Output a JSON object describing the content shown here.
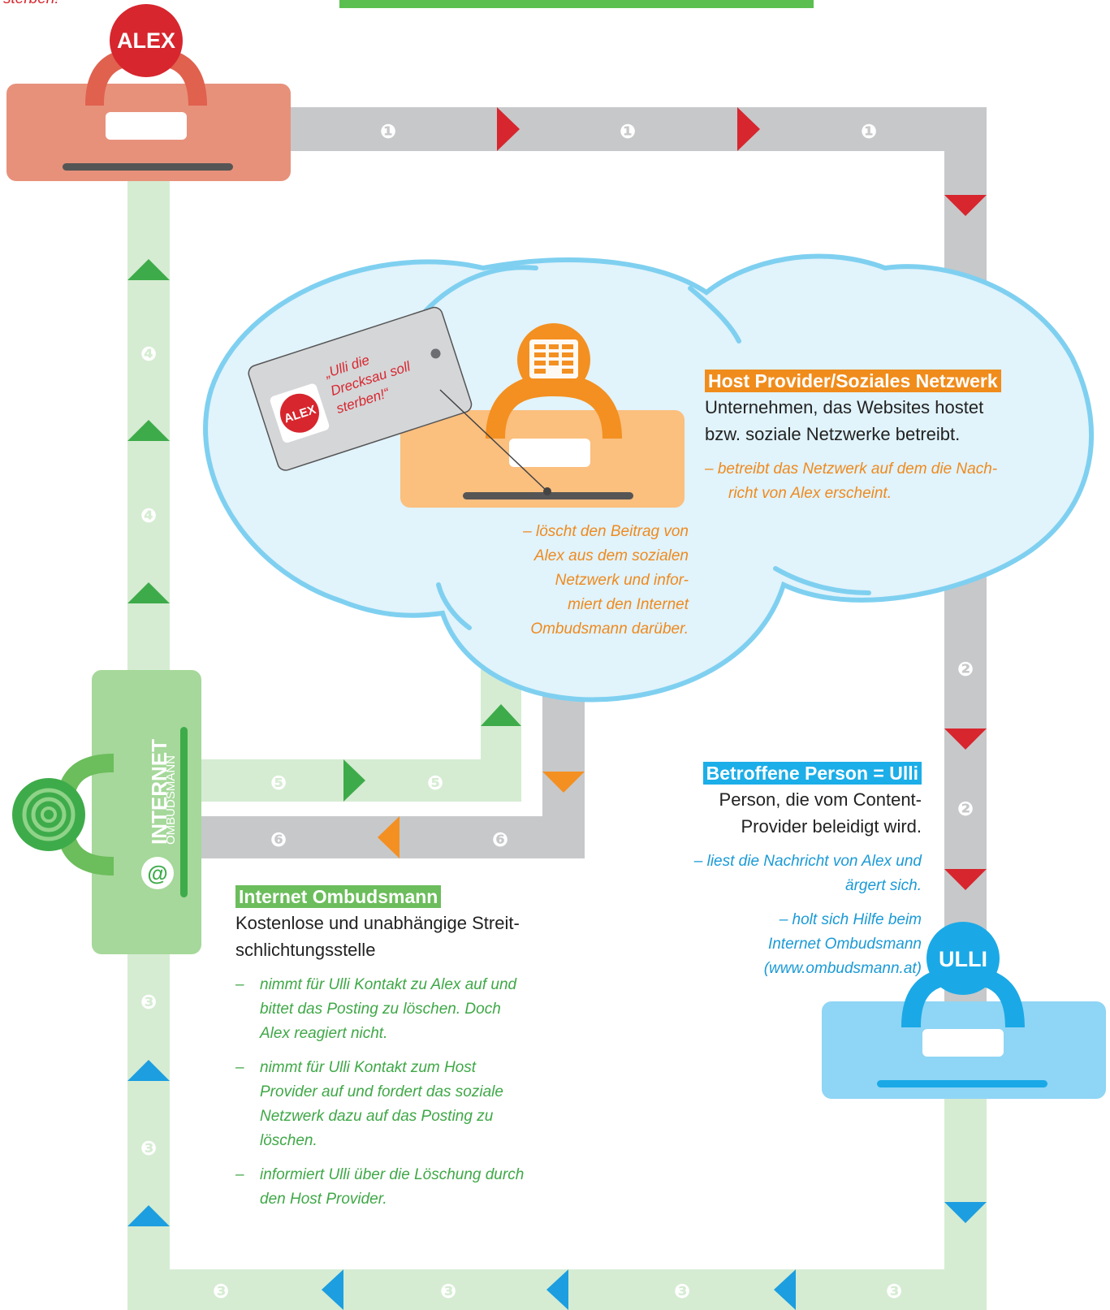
{
  "top_fragment": "sterben!",
  "characters": {
    "alex": {
      "name": "ALEX",
      "color": "#d83a34"
    },
    "ulli": {
      "name": "ULLI",
      "color": "#1aa9e6"
    }
  },
  "flow": {
    "step1": "❶",
    "step2": "❷",
    "step3": "❸",
    "step4": "❹",
    "step5": "❺",
    "step6": "❻"
  },
  "post": {
    "author_badge": "ALEX",
    "quote": [
      "„Ulli die",
      "Drecksau soll",
      "sterben!“"
    ]
  },
  "host_provider": {
    "title": "Host Provider/Soziales Netzwerk",
    "description": [
      "Unternehmen, das Websites hostet",
      "bzw. soziale Netzwerke betreibt."
    ],
    "note": [
      "– betreibt das Netzwerk auf dem die Nach-",
      "richt von Alex erscheint."
    ],
    "action": [
      "– löscht den Beitrag von",
      "Alex aus dem sozialen",
      "Netzwerk und infor-",
      "miert den Internet",
      "Ombudsmann darüber."
    ]
  },
  "affected": {
    "title": "Betroffene Person = Ulli",
    "description": [
      "Person, die vom Content-",
      "Provider beleidigt wird."
    ],
    "note1": [
      "– liest die Nachricht von Alex und",
      "ärgert sich."
    ],
    "note2": [
      "– holt sich Hilfe beim",
      "Internet Ombudsmann",
      "(www.ombudsmann.at)"
    ]
  },
  "ombudsmann": {
    "logo_line1": "INTERNET",
    "logo_line2": "OMBUDSMANN",
    "title": "Internet Ombudsmann",
    "description": [
      "Kostenlose und unabhängige Streit-",
      "schlichtungsstelle"
    ],
    "items": [
      {
        "dash": "–",
        "text": [
          "nimmt für Ulli Kontakt zu Alex auf und",
          "bittet das Posting zu löschen. Doch",
          "Alex reagiert nicht."
        ]
      },
      {
        "dash": "–",
        "text": [
          "nimmt für Ulli Kontakt zum Host",
          "Provider auf und fordert das soziale",
          "Netzwerk dazu auf das Posting zu",
          "löschen."
        ]
      },
      {
        "dash": "–",
        "text": [
          "informiert Ulli über die Löschung durch",
          "den Host Provider."
        ]
      }
    ]
  },
  "colors": {
    "gray_path": "#c7c8ca",
    "green_path": "#d5ecd2",
    "red": "#d7262e",
    "green": "#3eab4a",
    "blue": "#1c9ee0",
    "orange": "#f39021",
    "cloud": "#e1f3fb",
    "cloud_stroke": "#7fd0f0",
    "host_label_bg": "#f08c1c",
    "affected_label_bg": "#1caee8",
    "ombuds_label_bg": "#6cbd5c",
    "host_text": "#ee8a1e",
    "affected_text": "#1a9ad6",
    "ombuds_text": "#3fa847"
  }
}
